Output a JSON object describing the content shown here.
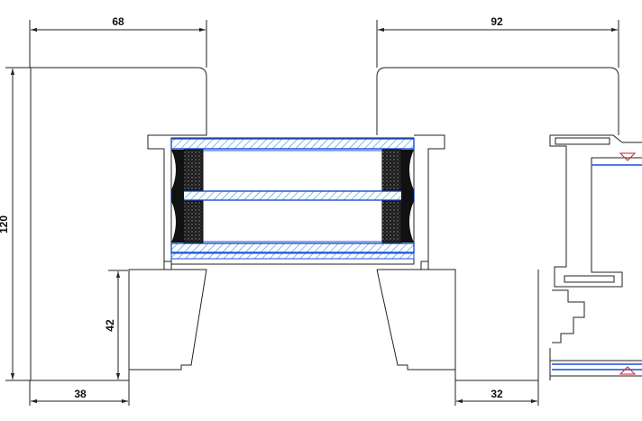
{
  "drawing": {
    "dimensions": {
      "top_left_width": "68",
      "top_right_width": "92",
      "left_height": "120",
      "bottom_left_width": "38",
      "bottom_right_width": "32",
      "inner_height": "42"
    },
    "colors": {
      "outline": "#222222",
      "glass_hatch": "#3a8ee6",
      "glass_edge": "#1a4fd8",
      "spacer_dark": "#1b1b1b",
      "accent_red": "#d22020"
    }
  }
}
